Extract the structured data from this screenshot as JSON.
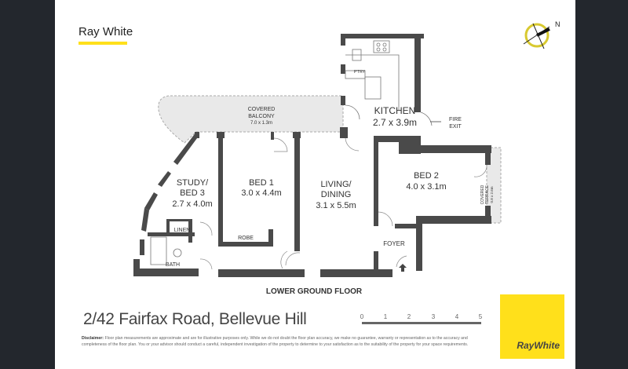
{
  "brand": "Ray White",
  "compass": {
    "north_label": "N"
  },
  "rooms": {
    "kitchen": {
      "name": "KITCHEN",
      "size": "2.7 x 3.9m"
    },
    "pantry": "P'TRY",
    "balcony": {
      "name1": "COVERED",
      "name2": "BALCONY",
      "size": "7.0 x 1.3m"
    },
    "fire_exit": {
      "line1": "FIRE",
      "line2": "EXIT"
    },
    "study": {
      "line1": "STUDY/",
      "line2": "BED 3",
      "size": "2.7 x 4.0m"
    },
    "bed1": {
      "name": "BED 1",
      "size": "3.0 x 4.4m"
    },
    "living": {
      "line1": "LIVING/",
      "line2": "DINING",
      "size": "3.1 x 5.5m"
    },
    "bed2": {
      "name": "BED 2",
      "size": "4.0 x 3.1m"
    },
    "terrace": {
      "line1": "COVERED",
      "line2": "TERRACE",
      "size": "0.8 x 2.6m"
    },
    "linen": "LINEN",
    "robe": "ROBE",
    "bath": "BATH",
    "foyer": "FOYER"
  },
  "floor_label": "LOWER GROUND FLOOR",
  "address": "2/42 Fairfax Road, Bellevue Hill",
  "scale": {
    "ticks": [
      "0",
      "1",
      "2",
      "3",
      "4",
      "5"
    ],
    "unit": "m"
  },
  "disclaimer": {
    "label": "Disclaimer:",
    "text": "Floor plan measurements are approximate and are for illustrative purposes only. While we do not doubt the floor plan accuracy, we make no guarantee, warranty or representation as to the accuracy and completeness of the floor plan. You or your advisor should conduct a careful, independent investigation of the property to determine to your satisfaction as to the suitability of the property for your space requirements."
  },
  "logo": "RayWhite",
  "colors": {
    "accent": "#ffe01b",
    "wall": "#4a4a4a",
    "sidebar": "#23272d"
  }
}
